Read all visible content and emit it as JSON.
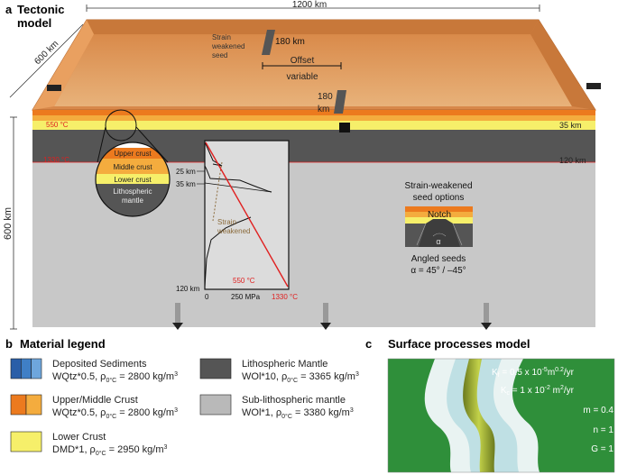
{
  "panel_a": {
    "letter": "a",
    "title_line1": "Tectonic",
    "title_line2": "model",
    "width_label": "1200 km",
    "depth_label": "600 km",
    "height_label": "600 km",
    "seed": {
      "label_line1": "Strain",
      "label_line2": "weakened",
      "label_line3": "seed",
      "length_back": "180 km",
      "offset_line1": "Offset",
      "offset_line2": "variable",
      "length_front_line1": "180",
      "length_front_line2": "km"
    },
    "temps": {
      "t550_left": "550 °C",
      "t1330_left": "1330 °C"
    },
    "depths_right": {
      "d35": "35 km",
      "d120": "120 km"
    },
    "layers_inset": {
      "upper": "Upper crust",
      "middle": "Middle crust",
      "lower": "Lower crust",
      "mantle_line1": "Lithospheric",
      "mantle_line2": "mantle"
    },
    "profile": {
      "d25": "25 km",
      "d35": "35 km",
      "d120": "120 km",
      "x0": "0",
      "x250": "250 MPa",
      "t550": "550 °C",
      "t1330": "1330 °C",
      "strain_line1": "Strain",
      "strain_line2": "weakened"
    },
    "seed_options": {
      "title_line1": "Strain-weakened",
      "title_line2": "seed options",
      "notch": "Notch",
      "alpha": "α",
      "angled_line1": "Angled seeds",
      "angled_line2": "α = 45° / –45°"
    }
  },
  "panel_b": {
    "letter": "b",
    "title": "Material legend",
    "items": [
      {
        "name": "Deposited Sediments",
        "law": "WQtz*0.5,",
        "rho": "= 2800  kg/m",
        "colors": [
          "#2a5ea8",
          "#3f7fc6",
          "#6ea6dc"
        ]
      },
      {
        "name": "Upper/Middle Crust",
        "law": "WQtz*0.5,",
        "rho": "= 2800 kg/m",
        "colors": [
          "#ec7a1e",
          "#f4ac3e"
        ]
      },
      {
        "name": "Lower Crust",
        "law": "DMD*1,",
        "rho": "= 2950 kg/m",
        "colors": [
          "#f6ef6a"
        ]
      },
      {
        "name": "Lithospheric Mantle",
        "law": "WOl*10,",
        "rho": "= 3365 kg/m",
        "colors": [
          "#555555"
        ]
      },
      {
        "name": "Sub-lithospheric mantle",
        "law": "WOl*1,",
        "rho": "= 3380 kg/m",
        "colors": [
          "#b9b9b9"
        ]
      }
    ],
    "rho_symbol": "ρ",
    "rho_sub": "0°C",
    "cube": "3"
  },
  "panel_c": {
    "letter": "c",
    "title": "Surface processes model",
    "kf": {
      "sym": "K",
      "sub": "f",
      "eq": " = 0.5 x 10",
      "exp": "-5",
      "unit": "m",
      "unit_exp": "0.2",
      "tail": "/yr"
    },
    "kc": {
      "sym": "K",
      "sub": "c",
      "eq": " = 1 x 10",
      "exp": "-2",
      "unit": " m",
      "unit_exp": "2",
      "tail": "/yr"
    },
    "m": "m = 0.4",
    "n": "n = 1",
    "g": "G = 1"
  },
  "colors": {
    "upper_crust": "#ec7a1e",
    "middle_crust": "#f4ac3e",
    "lower_crust": "#f6ef6a",
    "lith_mantle": "#555555",
    "sub_mantle": "#c8c8c8",
    "box_top": "#e3a670",
    "red_line": "#e02020"
  }
}
